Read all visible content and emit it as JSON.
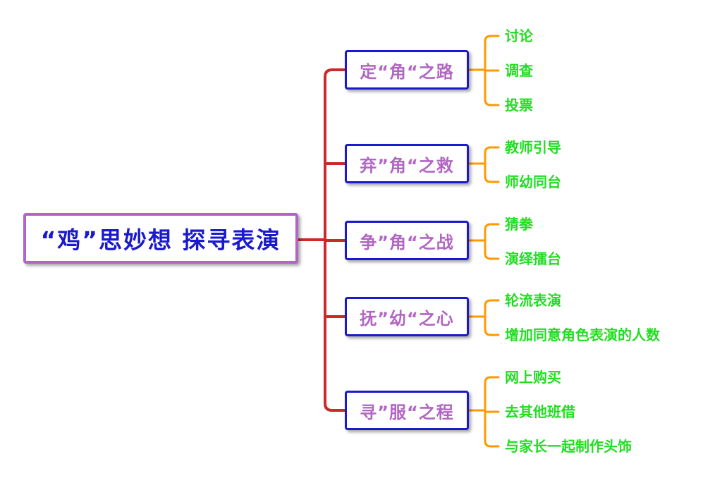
{
  "root": {
    "label": "“鸡”思妙想  探寻表演"
  },
  "branches": [
    {
      "label": "定“角“之路",
      "children": [
        "讨论",
        "调查",
        "投票"
      ]
    },
    {
      "label": "弃”角“之救",
      "children": [
        "教师引导",
        "师幼同台"
      ]
    },
    {
      "label": "争”角“之战",
      "children": [
        "猜拳",
        "演绎擂台"
      ]
    },
    {
      "label": "抚”幼“之心",
      "children": [
        "轮流表演",
        "增加同意角色表演的人数"
      ]
    },
    {
      "label": "寻”服“之程",
      "children": [
        "网上购买",
        "去其他班借",
        "与家长一起制作头饰"
      ]
    }
  ],
  "colors": {
    "root_border": "#b266c4",
    "root_text": "#1a1acc",
    "branch_border": "#1a1acc",
    "branch_text": "#b266c4",
    "leaf_text": "#22dd22",
    "trunk_line": "#cc2a2a",
    "leaf_line": "#ff9900"
  }
}
